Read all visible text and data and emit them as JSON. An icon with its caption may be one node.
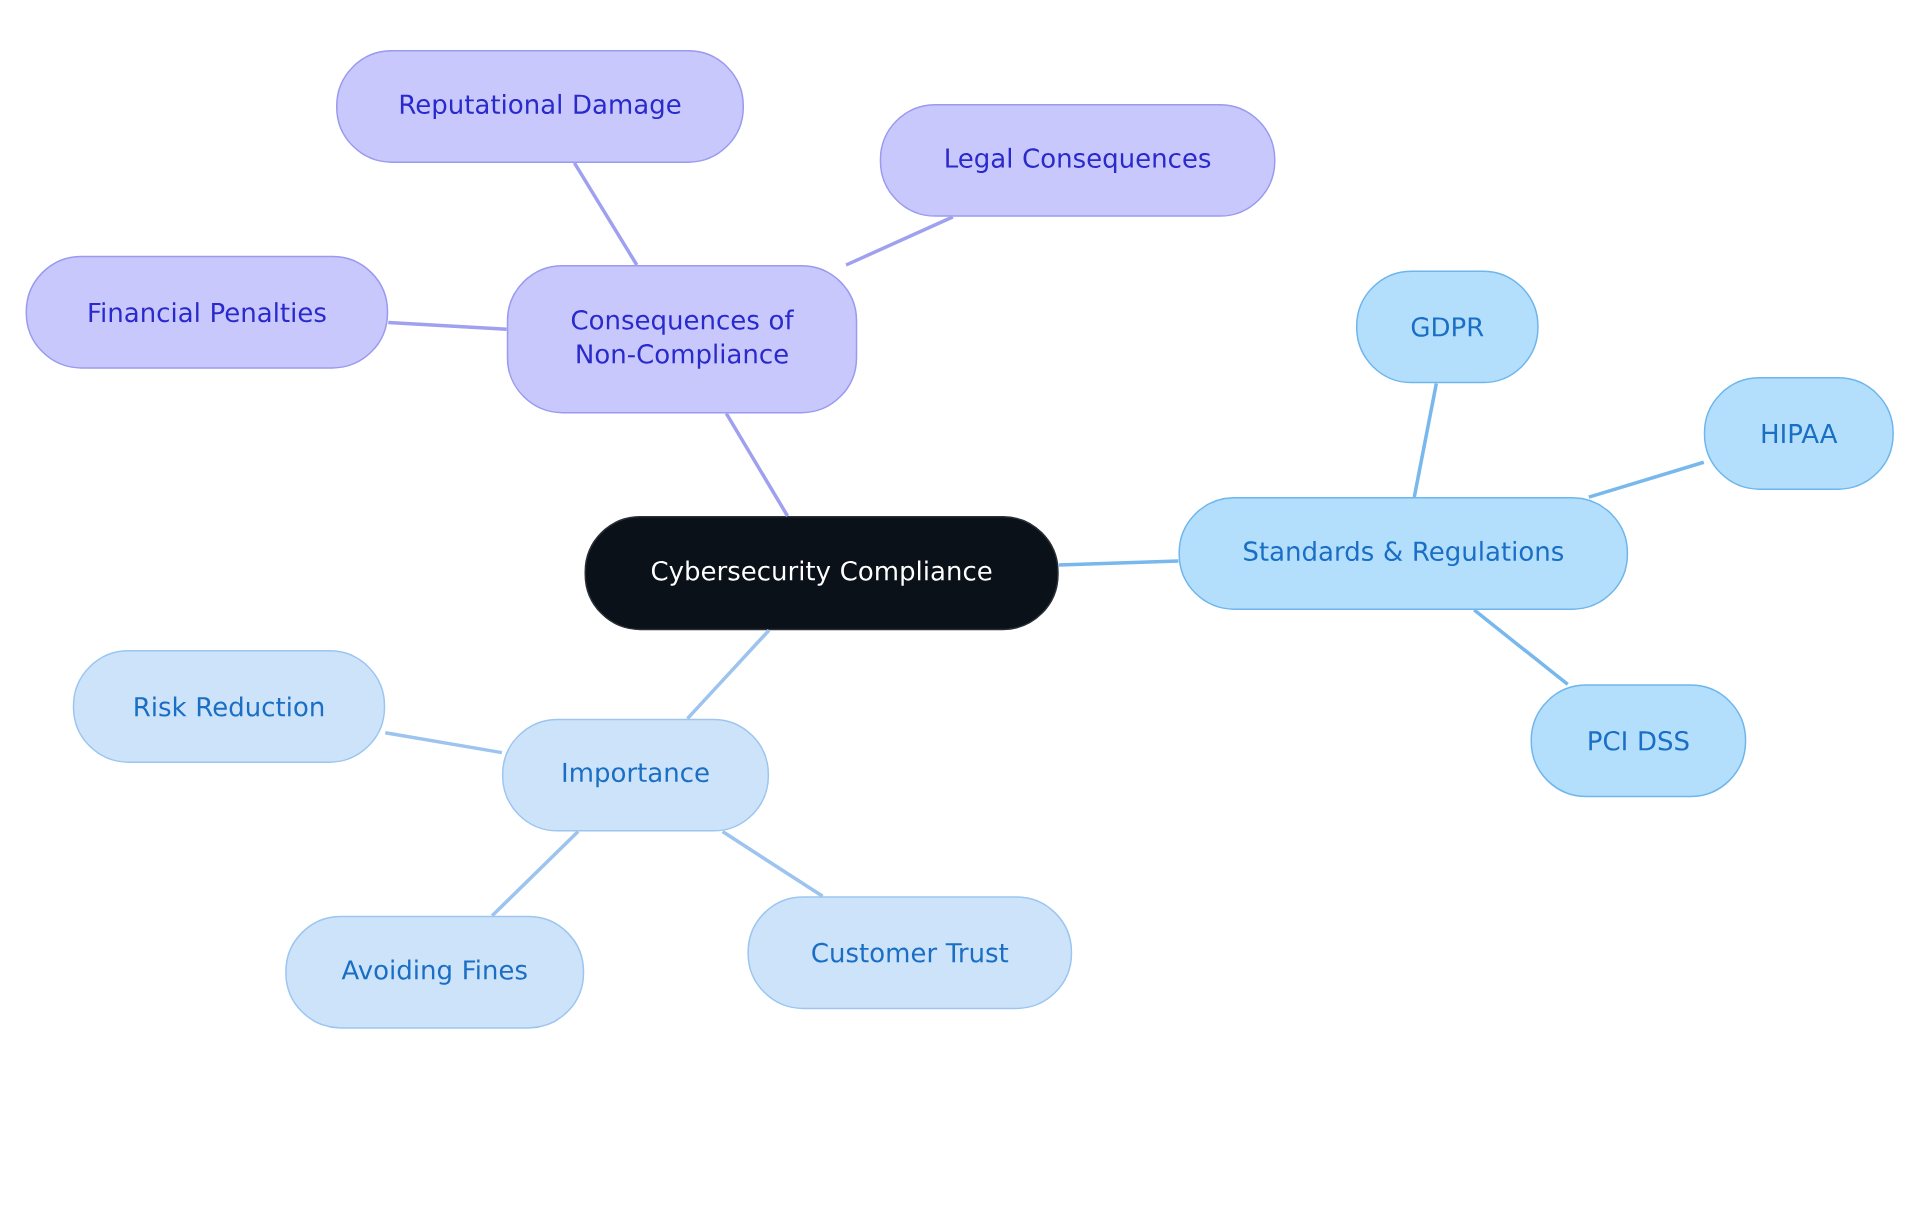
{
  "diagram": {
    "nodes": [
      {
        "text": [
          "Cybersecurity Compliance"
        ]
      },
      {
        "text": [
          "Consequences of Non-Compliance"
        ]
      },
      {
        "text": [
          "Reputational Damage"
        ]
      },
      {
        "text": [
          "Legal Consequences"
        ]
      },
      {
        "text": [
          "Financial Penalties"
        ]
      },
      {
        "text": [
          "Standards & Regulations"
        ]
      },
      {
        "text": [
          "GDPR"
        ]
      },
      {
        "text": [
          "HIPAA"
        ]
      },
      {
        "text": [
          "PCI DSS"
        ]
      },
      {
        "text": [
          "Importance"
        ]
      },
      {
        "text": [
          "Risk Reduction"
        ]
      },
      {
        "text": [
          "Avoiding Fines"
        ]
      },
      {
        "text": [
          "Customer Trust"
        ]
      }
    ],
    "edges": [
      {
        "from": 0,
        "to": 1,
        "arrow": "none",
        "color": "#a0a0f0"
      },
      {
        "from": 1,
        "to": 2,
        "arrow": "none",
        "color": "#a0a0f0"
      },
      {
        "from": 1,
        "to": 3,
        "arrow": "none",
        "color": "#a0a0f0"
      },
      {
        "from": 1,
        "to": 4,
        "arrow": "none",
        "color": "#a0a0f0"
      },
      {
        "from": 0,
        "to": 5,
        "arrow": "none",
        "color": "#78b8ec"
      },
      {
        "from": 5,
        "to": 6,
        "arrow": "none",
        "color": "#78b8ec"
      },
      {
        "from": 5,
        "to": 7,
        "arrow": "none",
        "color": "#78b8ec"
      },
      {
        "from": 5,
        "to": 8,
        "arrow": "none",
        "color": "#78b8ec"
      },
      {
        "from": 0,
        "to": 9,
        "arrow": "none",
        "color": "#9cc4ee"
      },
      {
        "from": 9,
        "to": 10,
        "arrow": "none",
        "color": "#9cc4ee"
      },
      {
        "from": 9,
        "to": 11,
        "arrow": "none",
        "color": "#9cc4ee"
      },
      {
        "from": 9,
        "to": 12,
        "arrow": "none",
        "color": "#9cc4ee"
      }
    ]
  }
}
